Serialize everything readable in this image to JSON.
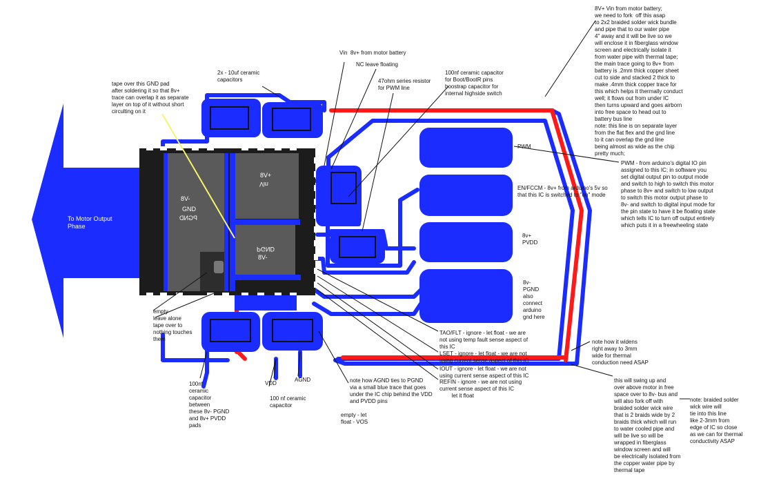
{
  "colors": {
    "trace_blue": "#1a2cff",
    "trace_red": "#ff1a1a",
    "chip": "#4d4d4d",
    "chip_pad": "#6e6e6e",
    "pin": "#ffffff"
  },
  "labels": {
    "motor_output": "To Motor Output\nPhase",
    "pad_gnd_top": "8V-",
    "pad_gnd_mid": "GND",
    "pad_gnd_mirror": "PGND",
    "pad_vin_top": "8V+",
    "pad_vin_bottom": "Vin",
    "pad_pgnd_mirror": "PGND",
    "pad_8vminus": "8V-",
    "pwm_pad": "PWM",
    "en_pad": "EN/FCCM - 8v+ from arduino's 5v so\nthat this IC is switched to \"on\" mode",
    "pvdd_pad": "8v+\nPVDD",
    "pgnd_pad": "8v-\nPGND\nalso\nconnect\narduino\ngnd here"
  },
  "annotations": {
    "tape_gnd": "tape over this GND pad\nafter soldering it so that 8v+\ntrace can overlap it as separate\nlayer on top of it without short\ncirculting on it",
    "caps_10uf": "2x - 10uf ceramic\ncapacitors",
    "vin": "Vin  8v+ from motor battery",
    "nc": "NC leave floating",
    "resistor": "47ohm series resistor\nfor PWM line",
    "boot_cap": "100nf ceramic capacitor\nfor Boot/BootR pins\nboostrap capacitor for\ninternal highside switch",
    "vin_long": "8V+ Vin from motor battery;\nwe need to fork  off this asap\nto 2x2 braided solder wick bundle\nand pipe that to our water pipe\n4\" away and it will be live so we\nwill enclose it in fiberglass window\nscreen and electrically isolate it\nfrom water pipe with thermal tape;\nthe main trace going to 8v+ from\nbattery is .2mm thick copper sheet\ncut to side and stacked 2 thick to\nmake .4mm thick copper trace for\nthis which helps it thermally conduct\nwell; it flows out from under IC\nthen turns upward and goes airborn\ninto free space to head out to\nbattery bus line\nnote: this line is on separate layer\nfrom the flat flex and the gnd line\nto it can overlap the gnd line\nbeing almost as wide as the chip\npretty much;",
    "pwm_long": "PWM - from arduino's digital IO pin\nassigned to this IC; in software you\nset digital output pin to output mode\nand switch to high to switch this motor\nphase to 8v+ and switch to low output\nto switch this motor output phase to\n8v- and switch to digital input mode for\nthe pin state to have it be floating state\nwhich tells IC to turn off output entirely\nwhich puts it in a freewheeling state",
    "empty_pad": "empty\nleave alone\ntape over to\nnothing touches\nthem",
    "tao": "TAO/FLT - ignore - let float - we are\nnot using temp fault sense aspect of\nthis IC",
    "lset": "LSET - ignore - let float - we are not\nusing current sense aspect of this IC",
    "iout": "IOUT - ignore - let float - we are not\nusing current sense aspect of this IC",
    "refin": "REFIN - ignore - we are not using\ncurrent sense aspect of this IC\n        let it float",
    "widens": "note how it widens\nright away to 3mm\nwide for thermal\nconduction need ASAP",
    "cap_pgnd": "100nf\nceramic\ncapacitor\nbetween\nthese 8v- PGND\nand 8v+ PVDD\npads",
    "vdd": "VDD",
    "agnd": "AGND",
    "cap_100nf": "100 nf ceramic\ncapacitor",
    "agnd_note": "note how AGND ties to PGND\nvia a small blue trace that goes\nunder the IC chip behind the VDD\nand PVDD pins",
    "vos": "empty - let\nfloat - VOS",
    "swing": "this will swing up and\nover above motor in free\nspace over to 8v- bus and\nwill also fork off with\nbraided solder wick wire\nthat is 2 braids wide by 2\nbraids thick which will run\nto water cooled pipe and\nwill be live so will be\nwrapped in fiberglass\nwindow screen and will\nbe electrically isolated from\nthe copper water pipe by\nthermal tape",
    "braided": "note: braided solder\nwick wire will\ntie into this line\nlike 2-3mm from\nedge of IC so close\nas we can for thermal\nconductivity ASAP"
  }
}
